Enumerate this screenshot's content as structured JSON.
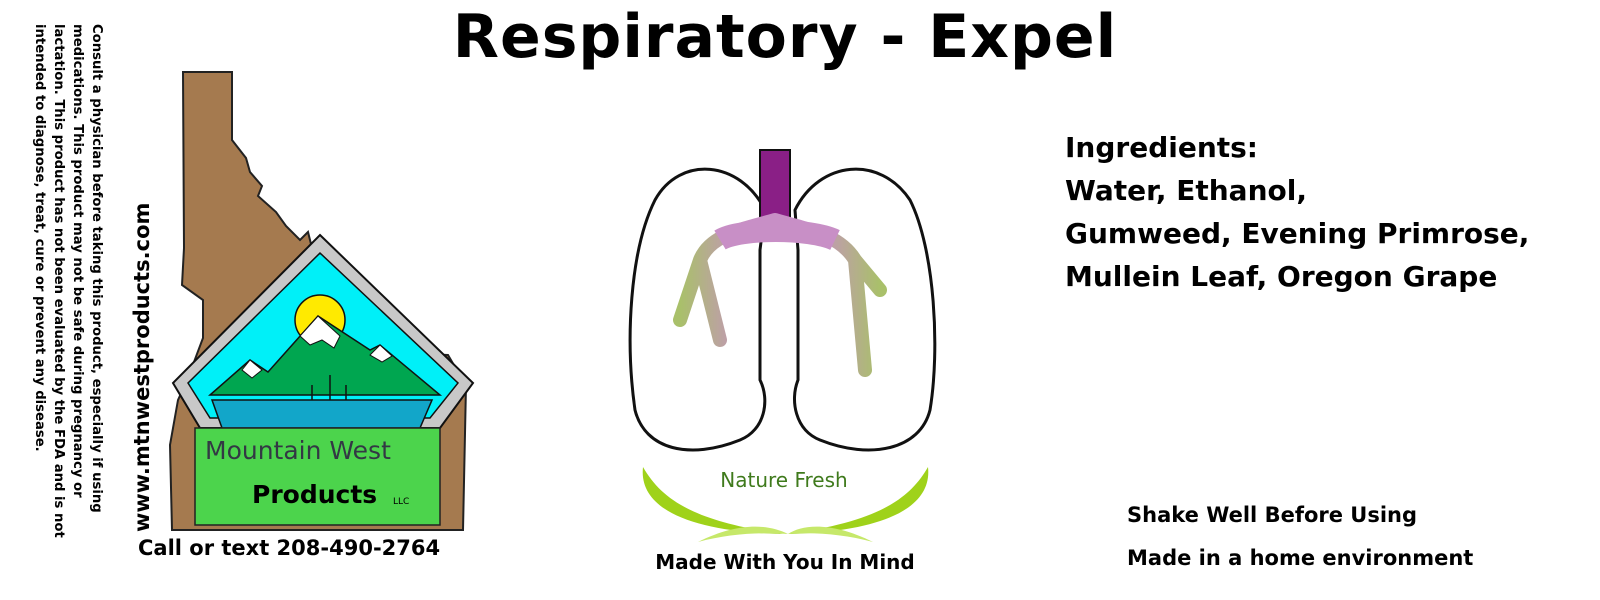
{
  "title": "Respiratory - Expel",
  "disclaimer": "Consult a physician before taking this product, especially if using medications. This product may not be safe during pregnancy or lactation. This product has not been evaluated by the FDA and is not intended to diagnose, treat, cure or prevent any disease.",
  "website": "www.mtnwestproducts.com",
  "logo": {
    "line1": "Mountain West",
    "line2": "Products",
    "suffix": "LLC"
  },
  "phone": "Call or text 208-490-2764",
  "tagline": {
    "brand": "Nature Fresh",
    "slogan": "Made With You In Mind"
  },
  "ingredients": {
    "heading": "Ingredients:",
    "lines": [
      "Water, Ethanol,",
      "Gumweed, Evening Primrose,",
      "Mullein Leaf, Oregon Grape"
    ]
  },
  "notes": {
    "shake": "Shake Well Before Using",
    "home": "Made in a home environment"
  },
  "colors": {
    "idaho": "#a57a4f",
    "sky": "#00f0f8",
    "mountain": "#00a650",
    "water": "#12a6c9",
    "banner": "#4cd44c",
    "sun": "#ffea00",
    "trachea": "#8a1f86",
    "bronchi": "#a9c06a",
    "leaf": "#9fd21a"
  }
}
